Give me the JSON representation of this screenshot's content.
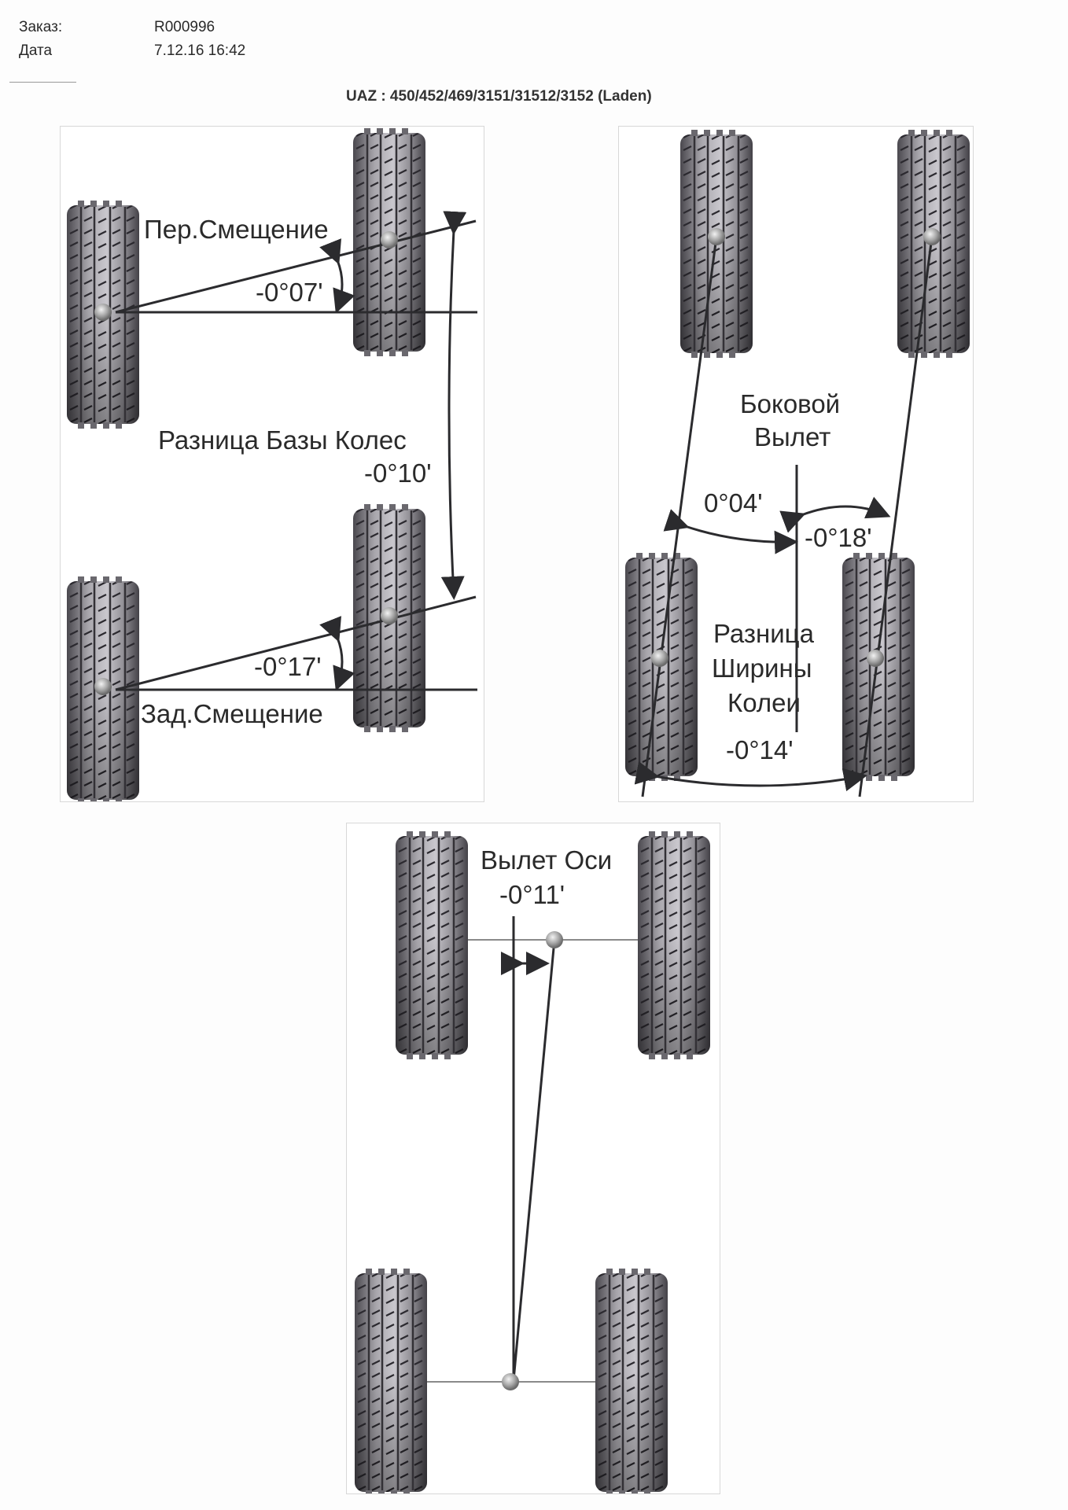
{
  "header": {
    "order_label": "Заказ:",
    "order_value": "R000996",
    "date_label": "Дата",
    "date_value": "7.12.16 16:42"
  },
  "title": "UAZ : 450/452/469/3151/31512/3152 (Laden)",
  "panels": {
    "setback": {
      "front_label": "Пер.Смещение",
      "front_value": "-0°07'",
      "wheelbase_label": "Разница Базы Колес",
      "wheelbase_value": "-0°10'",
      "rear_label": "Зад.Смещение",
      "rear_value": "-0°17'"
    },
    "lateral": {
      "lateral_label_line1": "Боковой",
      "lateral_label_line2": "Вылет",
      "left_value": "0°04'",
      "right_value": "-0°18'",
      "track_label_line1": "Разница",
      "track_label_line2": "Ширины",
      "track_label_line3": "Колеи",
      "track_value": "-0°14'"
    },
    "axle_offset": {
      "label": "Вылет Оси",
      "value": "-0°11'"
    }
  },
  "colors": {
    "tire_dark": "#3c3a40",
    "tire_light": "#b8b6bc",
    "line": "#2b2b2e"
  }
}
